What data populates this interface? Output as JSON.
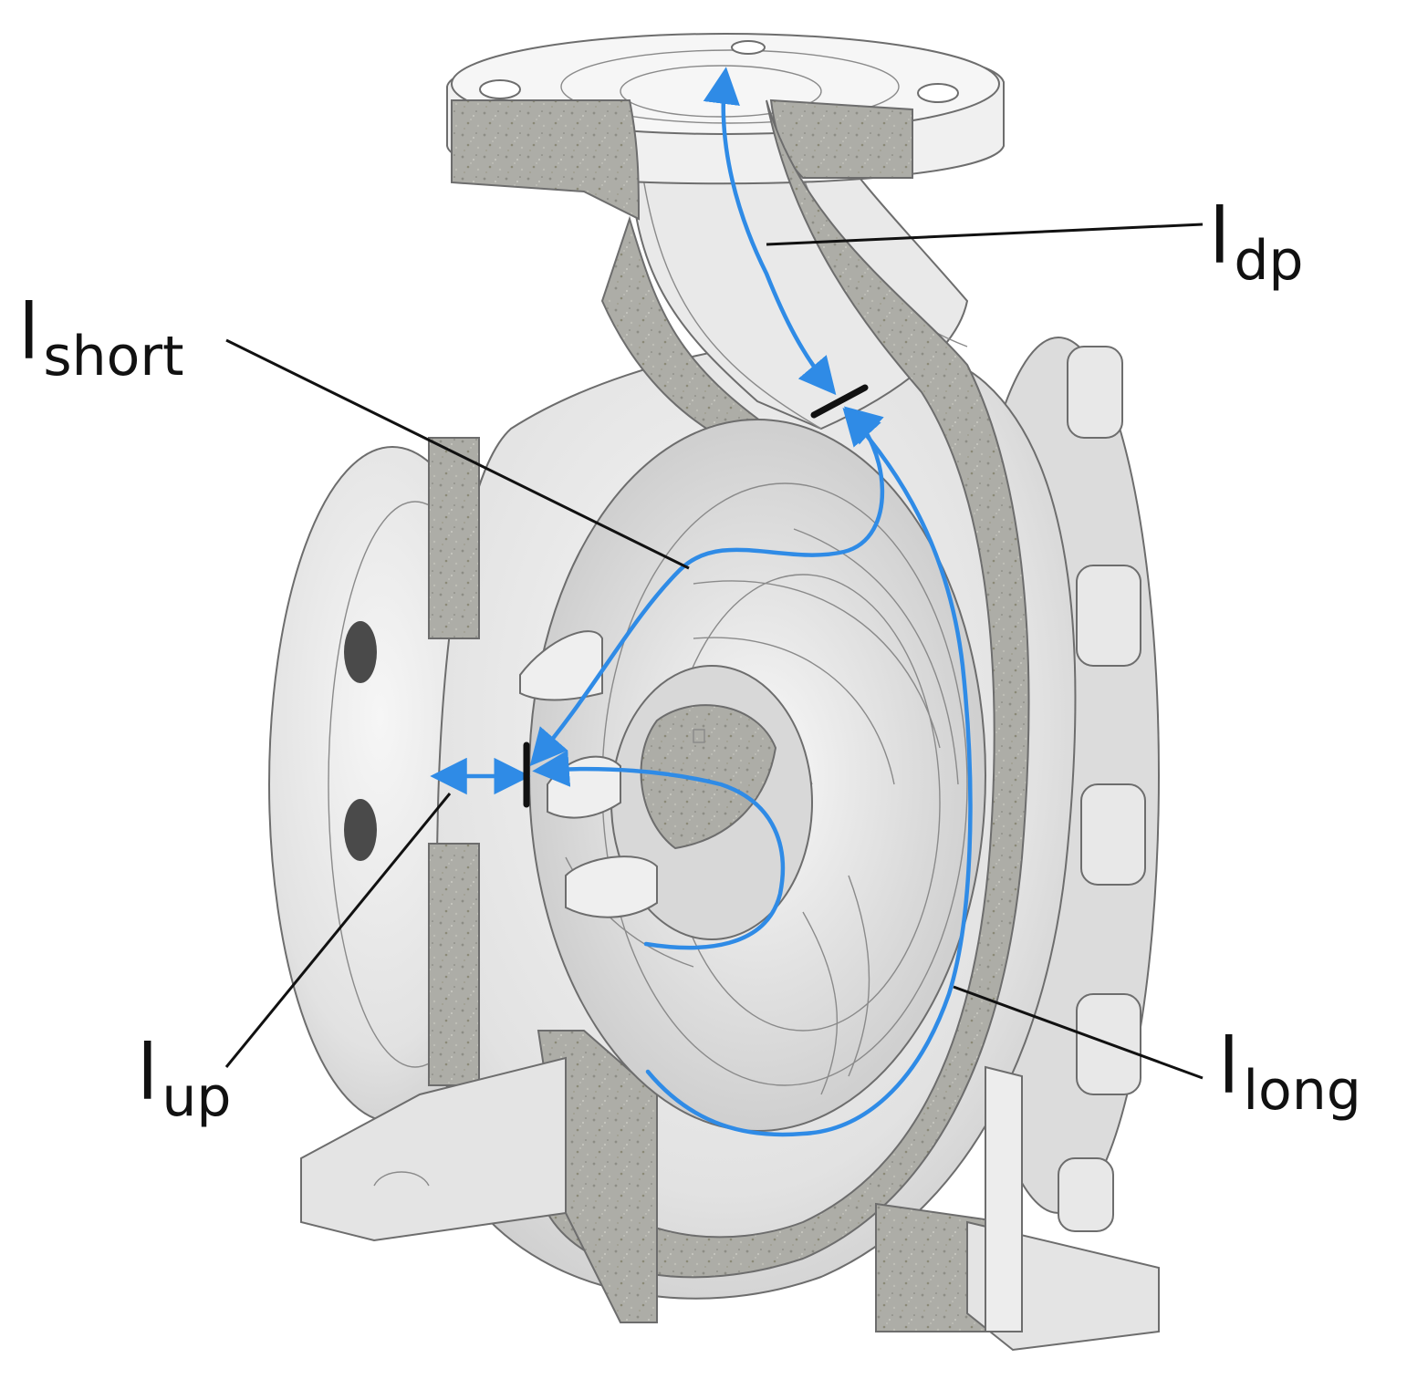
{
  "labels": {
    "dp": {
      "main": "l",
      "sub": "dp"
    },
    "short": {
      "main": "l",
      "sub": "short"
    },
    "up": {
      "main": "l",
      "sub": "up"
    },
    "long": {
      "main": "l",
      "sub": "long"
    }
  },
  "colors": {
    "flow_path": "#2f8be6",
    "section_marker": "#111111",
    "leader_line": "#111111",
    "metal_surface": "#e6e6e6",
    "cut_section": "#a9a9a3"
  },
  "icons": {
    "figure": "centrifugal-pump-cutaway",
    "path_markers": "arrowheads"
  }
}
